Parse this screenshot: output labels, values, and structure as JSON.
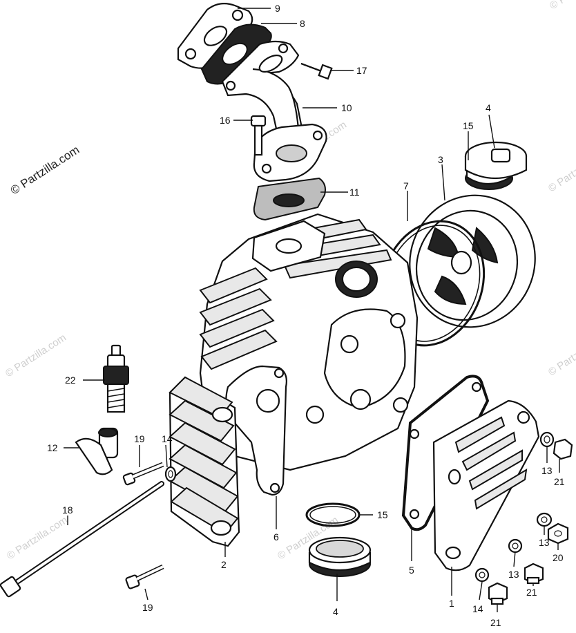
{
  "watermark": {
    "main": "© Partzilla.com",
    "repeat": "© Partzilla.com"
  },
  "callouts": [
    {
      "id": "c9",
      "label": "9"
    },
    {
      "id": "c8",
      "label": "8"
    },
    {
      "id": "c17",
      "label": "17"
    },
    {
      "id": "c10",
      "label": "10"
    },
    {
      "id": "c16",
      "label": "16"
    },
    {
      "id": "c11",
      "label": "11"
    },
    {
      "id": "c4a",
      "label": "4"
    },
    {
      "id": "c15a",
      "label": "15"
    },
    {
      "id": "c3",
      "label": "3"
    },
    {
      "id": "c7",
      "label": "7"
    },
    {
      "id": "c22",
      "label": "22"
    },
    {
      "id": "c12",
      "label": "12"
    },
    {
      "id": "c19a",
      "label": "19"
    },
    {
      "id": "c14a",
      "label": "14"
    },
    {
      "id": "c18",
      "label": "18"
    },
    {
      "id": "c2",
      "label": "2"
    },
    {
      "id": "c6",
      "label": "6"
    },
    {
      "id": "c15b",
      "label": "15"
    },
    {
      "id": "c4b",
      "label": "4"
    },
    {
      "id": "c5",
      "label": "5"
    },
    {
      "id": "c1",
      "label": "1"
    },
    {
      "id": "c13a",
      "label": "13"
    },
    {
      "id": "c21a",
      "label": "21"
    },
    {
      "id": "c13b",
      "label": "13"
    },
    {
      "id": "c20",
      "label": "20"
    },
    {
      "id": "c13c",
      "label": "13"
    },
    {
      "id": "c21b",
      "label": "21"
    },
    {
      "id": "c14b",
      "label": "14"
    },
    {
      "id": "c21c",
      "label": "21"
    },
    {
      "id": "c19b",
      "label": "19"
    }
  ]
}
